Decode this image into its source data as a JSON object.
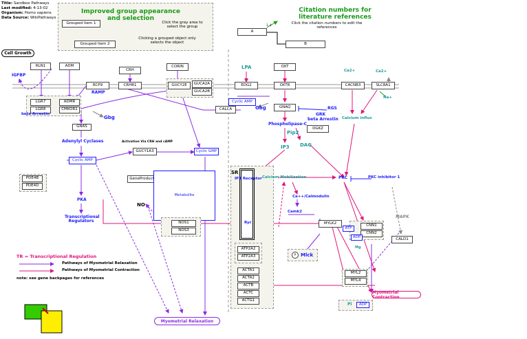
{
  "meta": {
    "title_label": "Title:",
    "title": "Sandbox Pathways",
    "modified_label": "Last modified:",
    "modified": "4-13-02",
    "organism_label": "Organism:",
    "organism": "Homo sapiens",
    "source_label": "Data Source:",
    "source": "WikiPathways"
  },
  "notes": {
    "group_title": "Improved group appearance and selection",
    "gray_area_hint": "Click the gray area to select the group",
    "grouped_hint": "Clicking a grouped object only selects the object",
    "citation_title": "Citation numbers for literature references",
    "citation_hint": "Click the citation numbers to edit the references",
    "activation_note": "Activation Via CRH and cAMP"
  },
  "demo": {
    "grouped_item_1": "Grouped item 1",
    "grouped_item_2": "Grouped item 2",
    "box_a": "A",
    "box_b": "B",
    "cite": "1, 4"
  },
  "states": {
    "cell_growth": "Cell Growth",
    "myometrial_relaxation": "Myometrial Relaxation",
    "myometrial_contraction": "Myometrial Contraction"
  },
  "genes": {
    "rln1": "RLN1",
    "adm": "ADM",
    "crh": "CRH",
    "corin": "CORIN",
    "oxt": "OXT",
    "rcp9": "RCP9",
    "crhr1": "CRHR1",
    "gucy2e": "GUCY2E",
    "guca2a": "GUCA2A",
    "guca2b": "GUCA2B",
    "edg2": "EDG2",
    "oxtr": "OXTR",
    "cacnb3": "CACNB3",
    "slc8a1": "SLC8A1",
    "lgr7": "LGR7",
    "lgr8": "LGR8",
    "admr": "ADMR",
    "cmkor1": "CMKOR1",
    "calca": "CALCA",
    "gnaq": "GNAQ",
    "dgkz": "DGKZ",
    "gnas": "GNAS",
    "gucy1a3": "GUCY1A3",
    "pde4b": "PDE4B",
    "pde4d": "PDE4D",
    "geneproduct": "GeneProduct",
    "nos1": "NOS1",
    "nos3": "NOS3",
    "atp2a2": "ATP2A2",
    "atp2a3": "ATP2A3",
    "mylk2": "MYLK2",
    "cnn1": "CNN1",
    "cnn2": "CNN2",
    "cald1": "CALD1",
    "myl2": "MYL2",
    "myl4": "MYL4",
    "acta1": "ACTA1",
    "acta2": "ACTA2",
    "actb": "ACTB",
    "actc": "ACTC",
    "actg1": "ACTG1"
  },
  "labels": {
    "igfbp": "IGFBP",
    "ramp": "RAMP",
    "beta_arrestin_left": "beta Arrestin",
    "gbg_left": "Gbg",
    "adenylyl": "Adenylyl Cyclases",
    "cyclic_amp": "Cyclic AMP",
    "pka": "PKA",
    "tr": "Transcriptional Regulators",
    "no": "NO",
    "cyclic_gmp": "Cyclic GMP",
    "metabolite": "Metabolite",
    "lpa": "LPA",
    "cyclic_amp2": "Cyclic AMP",
    "gbg_mid": "Gbg",
    "rgs": "RGS",
    "grk": "GRK",
    "beta_arrestin_mid": "beta Arrestin",
    "plc": "Phospholipase-C",
    "pip2": "Pip2",
    "ip3": "IP3",
    "dag": "DAG",
    "sr": "SR",
    "ip3r": "IP3 Receptor",
    "camob": "Calcium Mobilization",
    "pkc": "PKC",
    "pkc_inh": "PKC inhibitor 1",
    "ca_calm": "Ca++/Calmodulin",
    "camk2": "Camk2",
    "ryr": "Ryr",
    "ca2_1": "Ca2+",
    "ca2_2": "Ca2+",
    "na": "Na+",
    "ca_influx": "Calcium influx",
    "mapk": "MAPK",
    "atp": "ATP",
    "adp": "ADP",
    "mg": "Mg",
    "mlck": "Mlck",
    "mlck_p": "P",
    "pi": "Pi",
    "adp2": "ADP"
  },
  "legend": {
    "tr": "TR = Transcriptional Regulation",
    "relax": "Pathways of Myometrial Relaxation",
    "contract": "Pathways of Myometrial Contraction",
    "note": "note: see gene backpages for references"
  },
  "colors": {
    "relax": "#8a2be2",
    "contract": "#e0147a",
    "green": "#1a9a1a",
    "blue": "#1a1aff",
    "teal": "#1a9a9a"
  }
}
